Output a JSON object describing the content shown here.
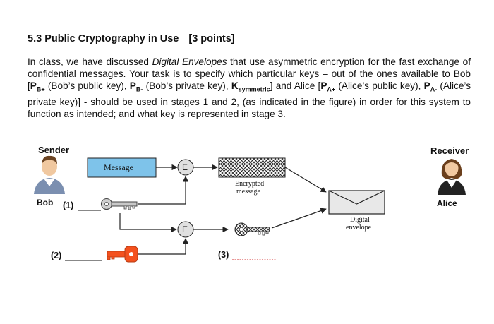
{
  "section": {
    "number": "5.3",
    "title": "Public Cryptography in Use",
    "points": "[3 points]"
  },
  "paragraph": {
    "t1": "In class, we have discussed ",
    "t2": "Digital Envelopes",
    "t3": " that use asymmetric encryption for the fast exchange of confidential messages. Your task is to specify which particular keys – out of the ones available to Bob [",
    "k1": "P",
    "k1s": "B+",
    "t4": " (Bob’s public key), ",
    "k2": "P",
    "k2s": "B-",
    "t5": " (Bob’s private key), ",
    "k3": "K",
    "k3s": "symmetric",
    "t6": "] and Alice [",
    "k4": "P",
    "k4s": "A+",
    "t7": " (Alice’s public key), ",
    "k5": "P",
    "k5s": "A-",
    "t8": " (Alice’s private key)]  -  should be used in stages 1 and 2, (as indicated in the figure) in order for this system to function as intended; and what key is represented in stage 3."
  },
  "diagram": {
    "sender_label": "Sender",
    "receiver_label": "Receiver",
    "bob_label": "Bob",
    "alice_label": "Alice",
    "stage1_label": "(1)",
    "stage2_label": "(2)",
    "stage3_label": "(3)",
    "message_label": "Message",
    "encrypt_label_top": "E",
    "encrypt_label_bottom": "E",
    "encrypted_line1": "Encrypted",
    "encrypted_line2": "message",
    "envelope_line1": "Digital",
    "envelope_line2": "envelope",
    "colors": {
      "message_fill": "#7ec3ea",
      "encrypt_fill": "#e0e0e0",
      "red_key": "#f4511e",
      "grey_key": "#c8c8c8",
      "envelope_fill": "#e8e8e8",
      "stage3_line": "#d32f2f"
    }
  }
}
